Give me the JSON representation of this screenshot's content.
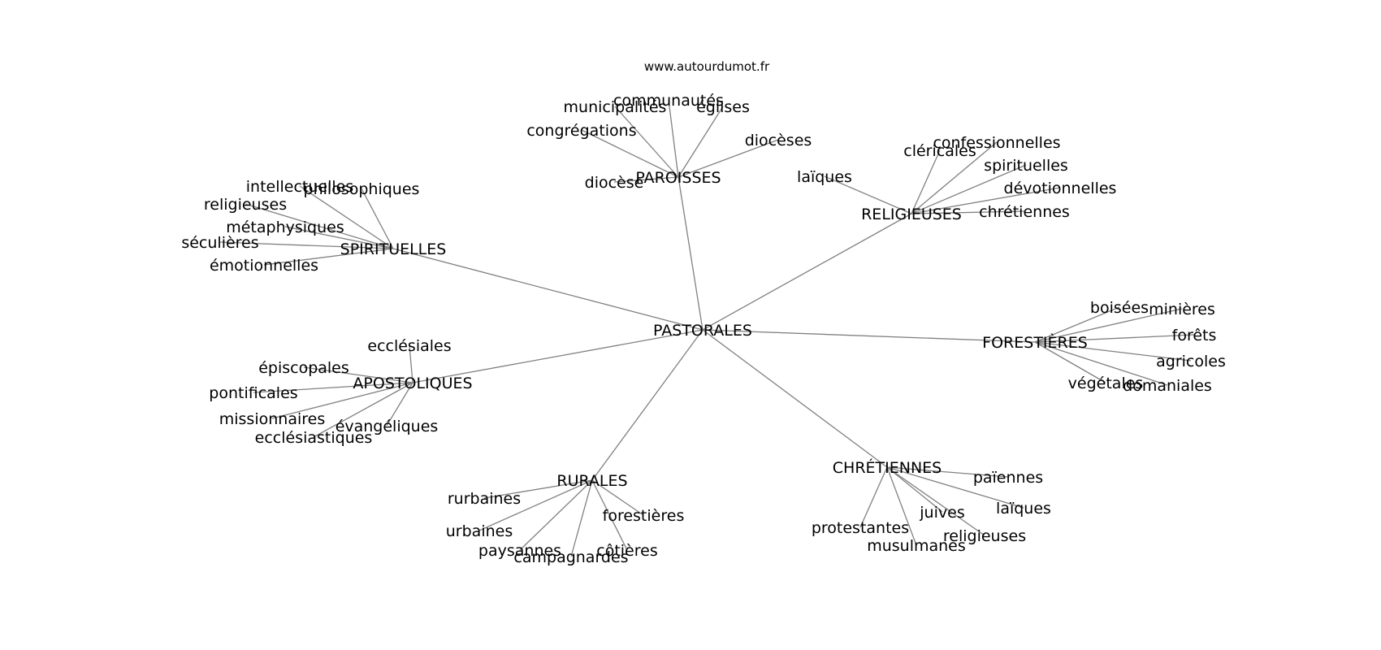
{
  "source": "www.autourdumot.fr",
  "center": "PASTORALES",
  "groups": [
    {
      "hub": "PAROISSES",
      "leaves": [
        "municipalités",
        "communautés",
        "églises",
        "congrégations",
        "diocèses",
        "diocèse"
      ]
    },
    {
      "hub": "RELIGIEUSES",
      "leaves": [
        "cléricales",
        "confessionnelles",
        "spirituelles",
        "laïques",
        "dévotionnelles",
        "chrétiennes"
      ]
    },
    {
      "hub": "SPIRITUELLES",
      "leaves": [
        "intellectuelles",
        "philosophiques",
        "religieuses",
        "métaphysiques",
        "séculières",
        "émotionnelles"
      ]
    },
    {
      "hub": "FORESTIÈRES",
      "leaves": [
        "boisées",
        "minières",
        "forêts",
        "agricoles",
        "végétales",
        "domaniales"
      ]
    },
    {
      "hub": "APOSTOLIQUES",
      "leaves": [
        "ecclésiales",
        "épiscopales",
        "pontificales",
        "missionnaires",
        "évangéliques",
        "ecclésiastiques"
      ]
    },
    {
      "hub": "CHRÉTIENNES",
      "leaves": [
        "païennes",
        "laïques",
        "juives",
        "protestantes",
        "religieuses",
        "musulmanes"
      ]
    },
    {
      "hub": "RURALES",
      "leaves": [
        "rurbaines",
        "forestières",
        "urbaines",
        "paysannes",
        "côtières",
        "campagnardes"
      ]
    }
  ]
}
